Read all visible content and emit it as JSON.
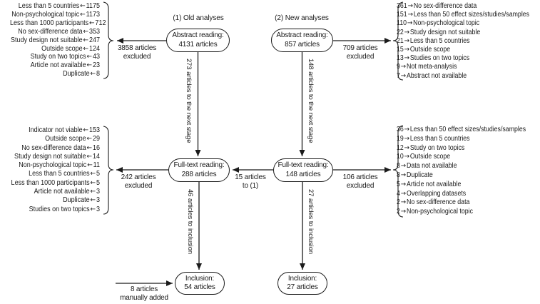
{
  "headings": {
    "old": "(1) Old analyses",
    "new": "(2) New analyses"
  },
  "boxes": {
    "abstract_old": {
      "title": "Abstract reading:",
      "count": "4131 articles"
    },
    "abstract_new": {
      "title": "Abstract reading:",
      "count": "857 articles"
    },
    "fulltext_old": {
      "title": "Full-text reading:",
      "count": "288 articles"
    },
    "fulltext_new": {
      "title": "Full-text reading:",
      "count": "148 articles"
    },
    "inclusion_old": {
      "title": "Inclusion:",
      "count": "54 articles"
    },
    "inclusion_new": {
      "title": "Inclusion:",
      "count": "27 articles"
    }
  },
  "flow_labels": {
    "abstract_old_excluded": {
      "line1": "3858 articles",
      "line2": "excluded"
    },
    "abstract_new_excluded": {
      "line1": "709 articles",
      "line2": "excluded"
    },
    "fulltext_old_excluded": {
      "line1": "242 articles",
      "line2": "excluded"
    },
    "fulltext_new_excluded": {
      "line1": "106 articles",
      "line2": "excluded"
    },
    "fulltext_transfer": {
      "line1": "15 articles",
      "line2": "to (1)"
    },
    "manual_addition": {
      "line1": "8 articles",
      "line2": "manually added"
    },
    "abstract_old_next": "273 articles to the next stage",
    "abstract_new_next": "148 articles to the next stage",
    "fulltext_old_inclusion": "46 articles to inclusion",
    "fulltext_new_inclusion": "27 articles to inclusion"
  },
  "exclusion_lists": {
    "abstract_old": {
      "items": [
        {
          "label": "Less than 5 countries",
          "count": "1175"
        },
        {
          "label": "Non-psychological topic",
          "count": "1173"
        },
        {
          "label": "Less than 1000 participants",
          "count": "712"
        },
        {
          "label": "No sex-difference data",
          "count": "353"
        },
        {
          "label": "Study design not suitable",
          "count": "247"
        },
        {
          "label": "Outside scope",
          "count": "124"
        },
        {
          "label": "Study on two topics",
          "count": "43"
        },
        {
          "label": "Article not available",
          "count": "23"
        },
        {
          "label": "Duplicate",
          "count": "8"
        }
      ]
    },
    "abstract_new": {
      "items": [
        {
          "count": "361",
          "label": "No sex-difference data"
        },
        {
          "count": "151",
          "label": "Less than 50 effect sizes/studies/samples"
        },
        {
          "count": "110",
          "label": "Non-psychological topic"
        },
        {
          "count": "22",
          "label": "Study design not suitable"
        },
        {
          "count": "21",
          "label": "Less than 5 countries"
        },
        {
          "count": "15",
          "label": "Outside scope"
        },
        {
          "count": "13",
          "label": "Studies on two topics"
        },
        {
          "count": "9",
          "label": "Not meta-analysis"
        },
        {
          "count": "7",
          "label": "Abstract not available"
        }
      ]
    },
    "fulltext_old": {
      "items": [
        {
          "label": "Indicator not viable",
          "count": "153"
        },
        {
          "label": "Outside scope",
          "count": "29"
        },
        {
          "label": "No sex-difference data",
          "count": "16"
        },
        {
          "label": "Study design not suitable",
          "count": "14"
        },
        {
          "label": "Non-psychological topic",
          "count": "11"
        },
        {
          "label": "Less than 5 countries",
          "count": "5"
        },
        {
          "label": "Less than 1000 participants",
          "count": "5"
        },
        {
          "label": "Article not available",
          "count": "3"
        },
        {
          "label": "Duplicate",
          "count": "3"
        },
        {
          "label": "Studies on two topics",
          "count": "3"
        }
      ]
    },
    "fulltext_new": {
      "items": [
        {
          "count": "36",
          "label": "Less than 50 effect sizes/studies/samples"
        },
        {
          "count": "19",
          "label": "Less than 5 countries"
        },
        {
          "count": "12",
          "label": "Study on two topics"
        },
        {
          "count": "10",
          "label": "Outside scope"
        },
        {
          "count": "8",
          "label": "Data not available"
        },
        {
          "count": "8",
          "label": "Duplicate"
        },
        {
          "count": "5",
          "label": "Article not available"
        },
        {
          "count": "4",
          "label": "Overlapping datasets"
        },
        {
          "count": "2",
          "label": "No sex-difference data"
        },
        {
          "count": "2",
          "label": "Non-psychological topic"
        }
      ]
    }
  },
  "icons": {
    "left_arrow": "←",
    "right_arrow": "→"
  },
  "colors": {
    "line": "#1b1b1b",
    "text": "#1a1a1a",
    "background": "#ffffff"
  }
}
